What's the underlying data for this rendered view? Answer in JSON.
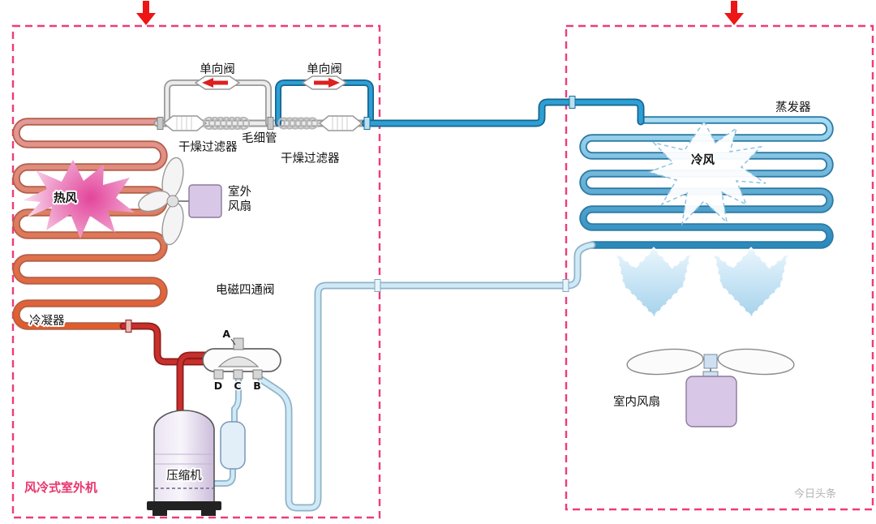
{
  "diagram": {
    "outdoor_unit": {
      "name_label": "风冷式室外机",
      "hot_air_label": "热风",
      "condenser_label": "冷凝器",
      "outdoor_fan_label_line1": "室外",
      "outdoor_fan_label_line2": "风扇",
      "check_valve_left_label": "单向阀",
      "check_valve_right_label": "单向阀",
      "dry_filter_left_label": "干燥过滤器",
      "capillary_label": "毛细管",
      "dry_filter_right_label": "干燥过滤器",
      "four_way_valve_label": "电磁四通阀",
      "compressor_label": "压缩机",
      "valve_ports": {
        "top": "A",
        "bottom_left": "D",
        "bottom_middle": "C",
        "bottom_right": "B"
      }
    },
    "indoor_unit": {
      "evaporator_label": "蒸发器",
      "cold_air_label": "冷风",
      "indoor_fan_label": "室内风扇"
    },
    "watermark": "今日头条",
    "colors": {
      "boundary_dashed": "#f03a7c",
      "hot_pipe": "#c9302c",
      "liquid_pipe": "#2d9fd4",
      "suction_pipe": "#cfe9f6",
      "gray_pipe": "#ececec",
      "condenser_top": "#e29a9a",
      "condenser_bottom": "#e25b2a",
      "evaporator_top": "#a9dbf2",
      "evaporator_bottom": "#2a8abc",
      "fan_motor": "#d9c7e8",
      "flow_arrow": "#ee1515",
      "hot_air_burst": "#e3459b"
    }
  }
}
